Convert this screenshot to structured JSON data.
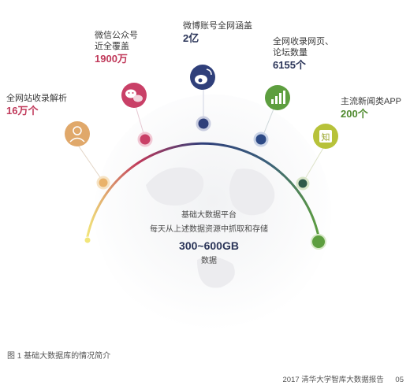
{
  "items": [
    {
      "text": "全网站收录解析",
      "value": "16万个",
      "color": "#c0395a",
      "icon": "person-icon",
      "icon_color": "#e0a86a"
    },
    {
      "text": "微信公众号\n近全覆盖",
      "value": "1900万",
      "color": "#c0395a",
      "icon": "wechat-icon",
      "icon_color": "#c94067"
    },
    {
      "text": "微博账号全网涵盖",
      "value": "2亿",
      "color": "#2a3458",
      "icon": "weibo-icon",
      "icon_color": "#2f3f7a"
    },
    {
      "text": "全网收录网页、\n论坛数量",
      "value": "6155个",
      "color": "#2a3458",
      "icon": "bars-icon",
      "icon_color": "#5d9e3f"
    },
    {
      "text": "主流新闻类APP",
      "value": "200个",
      "color": "#4f8a2e",
      "icon": "zhi-icon",
      "icon_color": "#b7c23a"
    }
  ],
  "zhi_char": "知",
  "center": {
    "line1": "基础大数据平台",
    "line2": "每天从上述数据资源中抓取和存储",
    "big": "300~600GB",
    "line3": "数据"
  },
  "caption": "图 1 基础大数据库的情况简介",
  "footer": {
    "title": "2017 清华大学智库大数据报告",
    "page": "05"
  },
  "colors": {
    "arc_left": "#f2e67a",
    "arc_mid": "#8a3a6a",
    "arc_top": "#2f3f7a",
    "arc_right": "#5d9e3f"
  }
}
